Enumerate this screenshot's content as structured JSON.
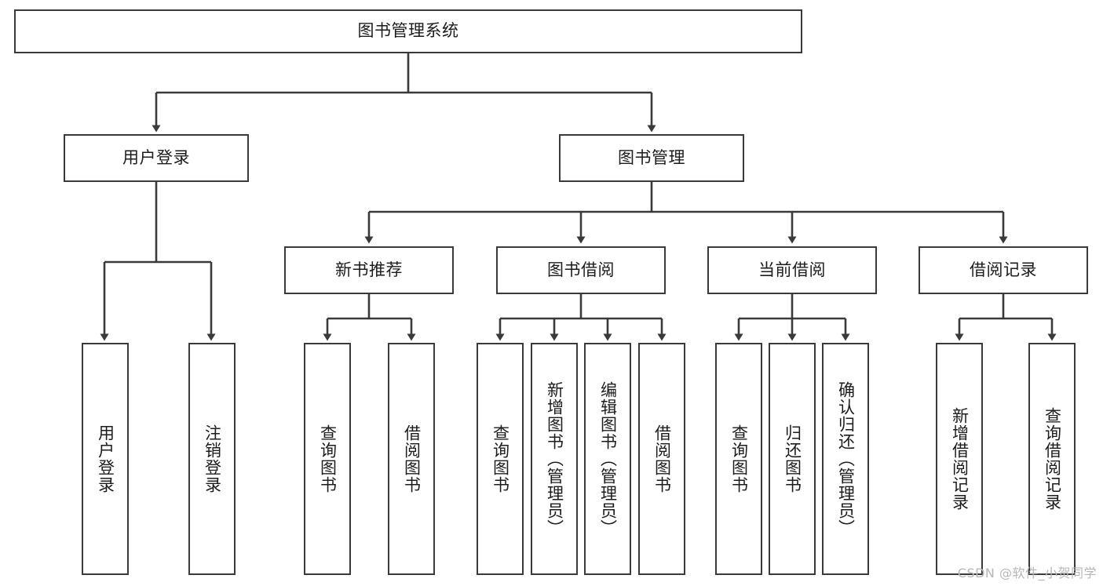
{
  "diagram": {
    "title": "图书管理系统",
    "type": "tree",
    "watermark": "CSDN @软件_小贺同学",
    "colors": {
      "background": "#ffffff",
      "node_border": "#3a3a3a",
      "node_fill": "#ffffff",
      "edge": "#3a3a3a",
      "text": "#1c1c1c",
      "watermark": "#b7b7b7"
    },
    "levels": {
      "root": {
        "label": "图书管理系统"
      },
      "level2": [
        {
          "id": "user-login",
          "label": "用户登录"
        },
        {
          "id": "book-manage",
          "label": "图书管理"
        }
      ],
      "level3": [
        {
          "id": "new-book-recommend",
          "label": "新书推荐",
          "parent": "book-manage"
        },
        {
          "id": "book-borrow",
          "label": "图书借阅",
          "parent": "book-manage"
        },
        {
          "id": "current-borrow",
          "label": "当前借阅",
          "parent": "book-manage"
        },
        {
          "id": "borrow-record",
          "label": "借阅记录",
          "parent": "book-manage"
        }
      ],
      "leaves": [
        {
          "id": "leaf-user-login",
          "label": "用户登录",
          "parent": "user-login"
        },
        {
          "id": "leaf-user-logout",
          "label": "注销登录",
          "parent": "user-login"
        },
        {
          "id": "leaf-query-book-1",
          "label": "查询图书",
          "parent": "new-book-recommend"
        },
        {
          "id": "leaf-borrow-book-1",
          "label": "借阅图书",
          "parent": "new-book-recommend"
        },
        {
          "id": "leaf-query-book-2",
          "label": "查询图书",
          "parent": "book-borrow"
        },
        {
          "id": "leaf-add-book",
          "label": "新增图书（管理员）",
          "parent": "book-borrow"
        },
        {
          "id": "leaf-edit-book",
          "label": "编辑图书（管理员）",
          "parent": "book-borrow"
        },
        {
          "id": "leaf-borrow-book-2",
          "label": "借阅图书",
          "parent": "book-borrow"
        },
        {
          "id": "leaf-query-book-3",
          "label": "查询图书",
          "parent": "current-borrow"
        },
        {
          "id": "leaf-return-book",
          "label": "归还图书",
          "parent": "current-borrow"
        },
        {
          "id": "leaf-confirm-return",
          "label": "确认归还（管理员）",
          "parent": "current-borrow"
        },
        {
          "id": "leaf-add-record",
          "label": "新增借阅记录",
          "parent": "borrow-record"
        },
        {
          "id": "leaf-query-record",
          "label": "查询借阅记录",
          "parent": "borrow-record"
        }
      ]
    }
  }
}
